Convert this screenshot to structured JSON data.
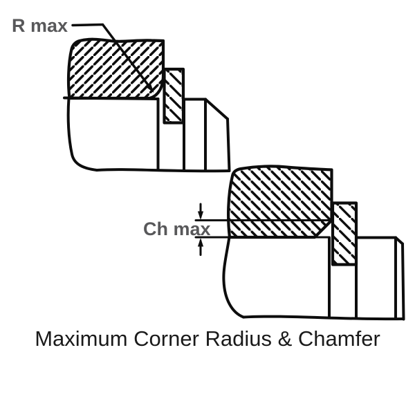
{
  "labels": {
    "radius": "R max",
    "chamfer": "Ch max"
  },
  "caption": "Maximum Corner Radius & Chamfer",
  "colors": {
    "line": "#0d0d0d",
    "label": "#58585a",
    "caption": "#1a1a1a",
    "background": "#ffffff"
  }
}
